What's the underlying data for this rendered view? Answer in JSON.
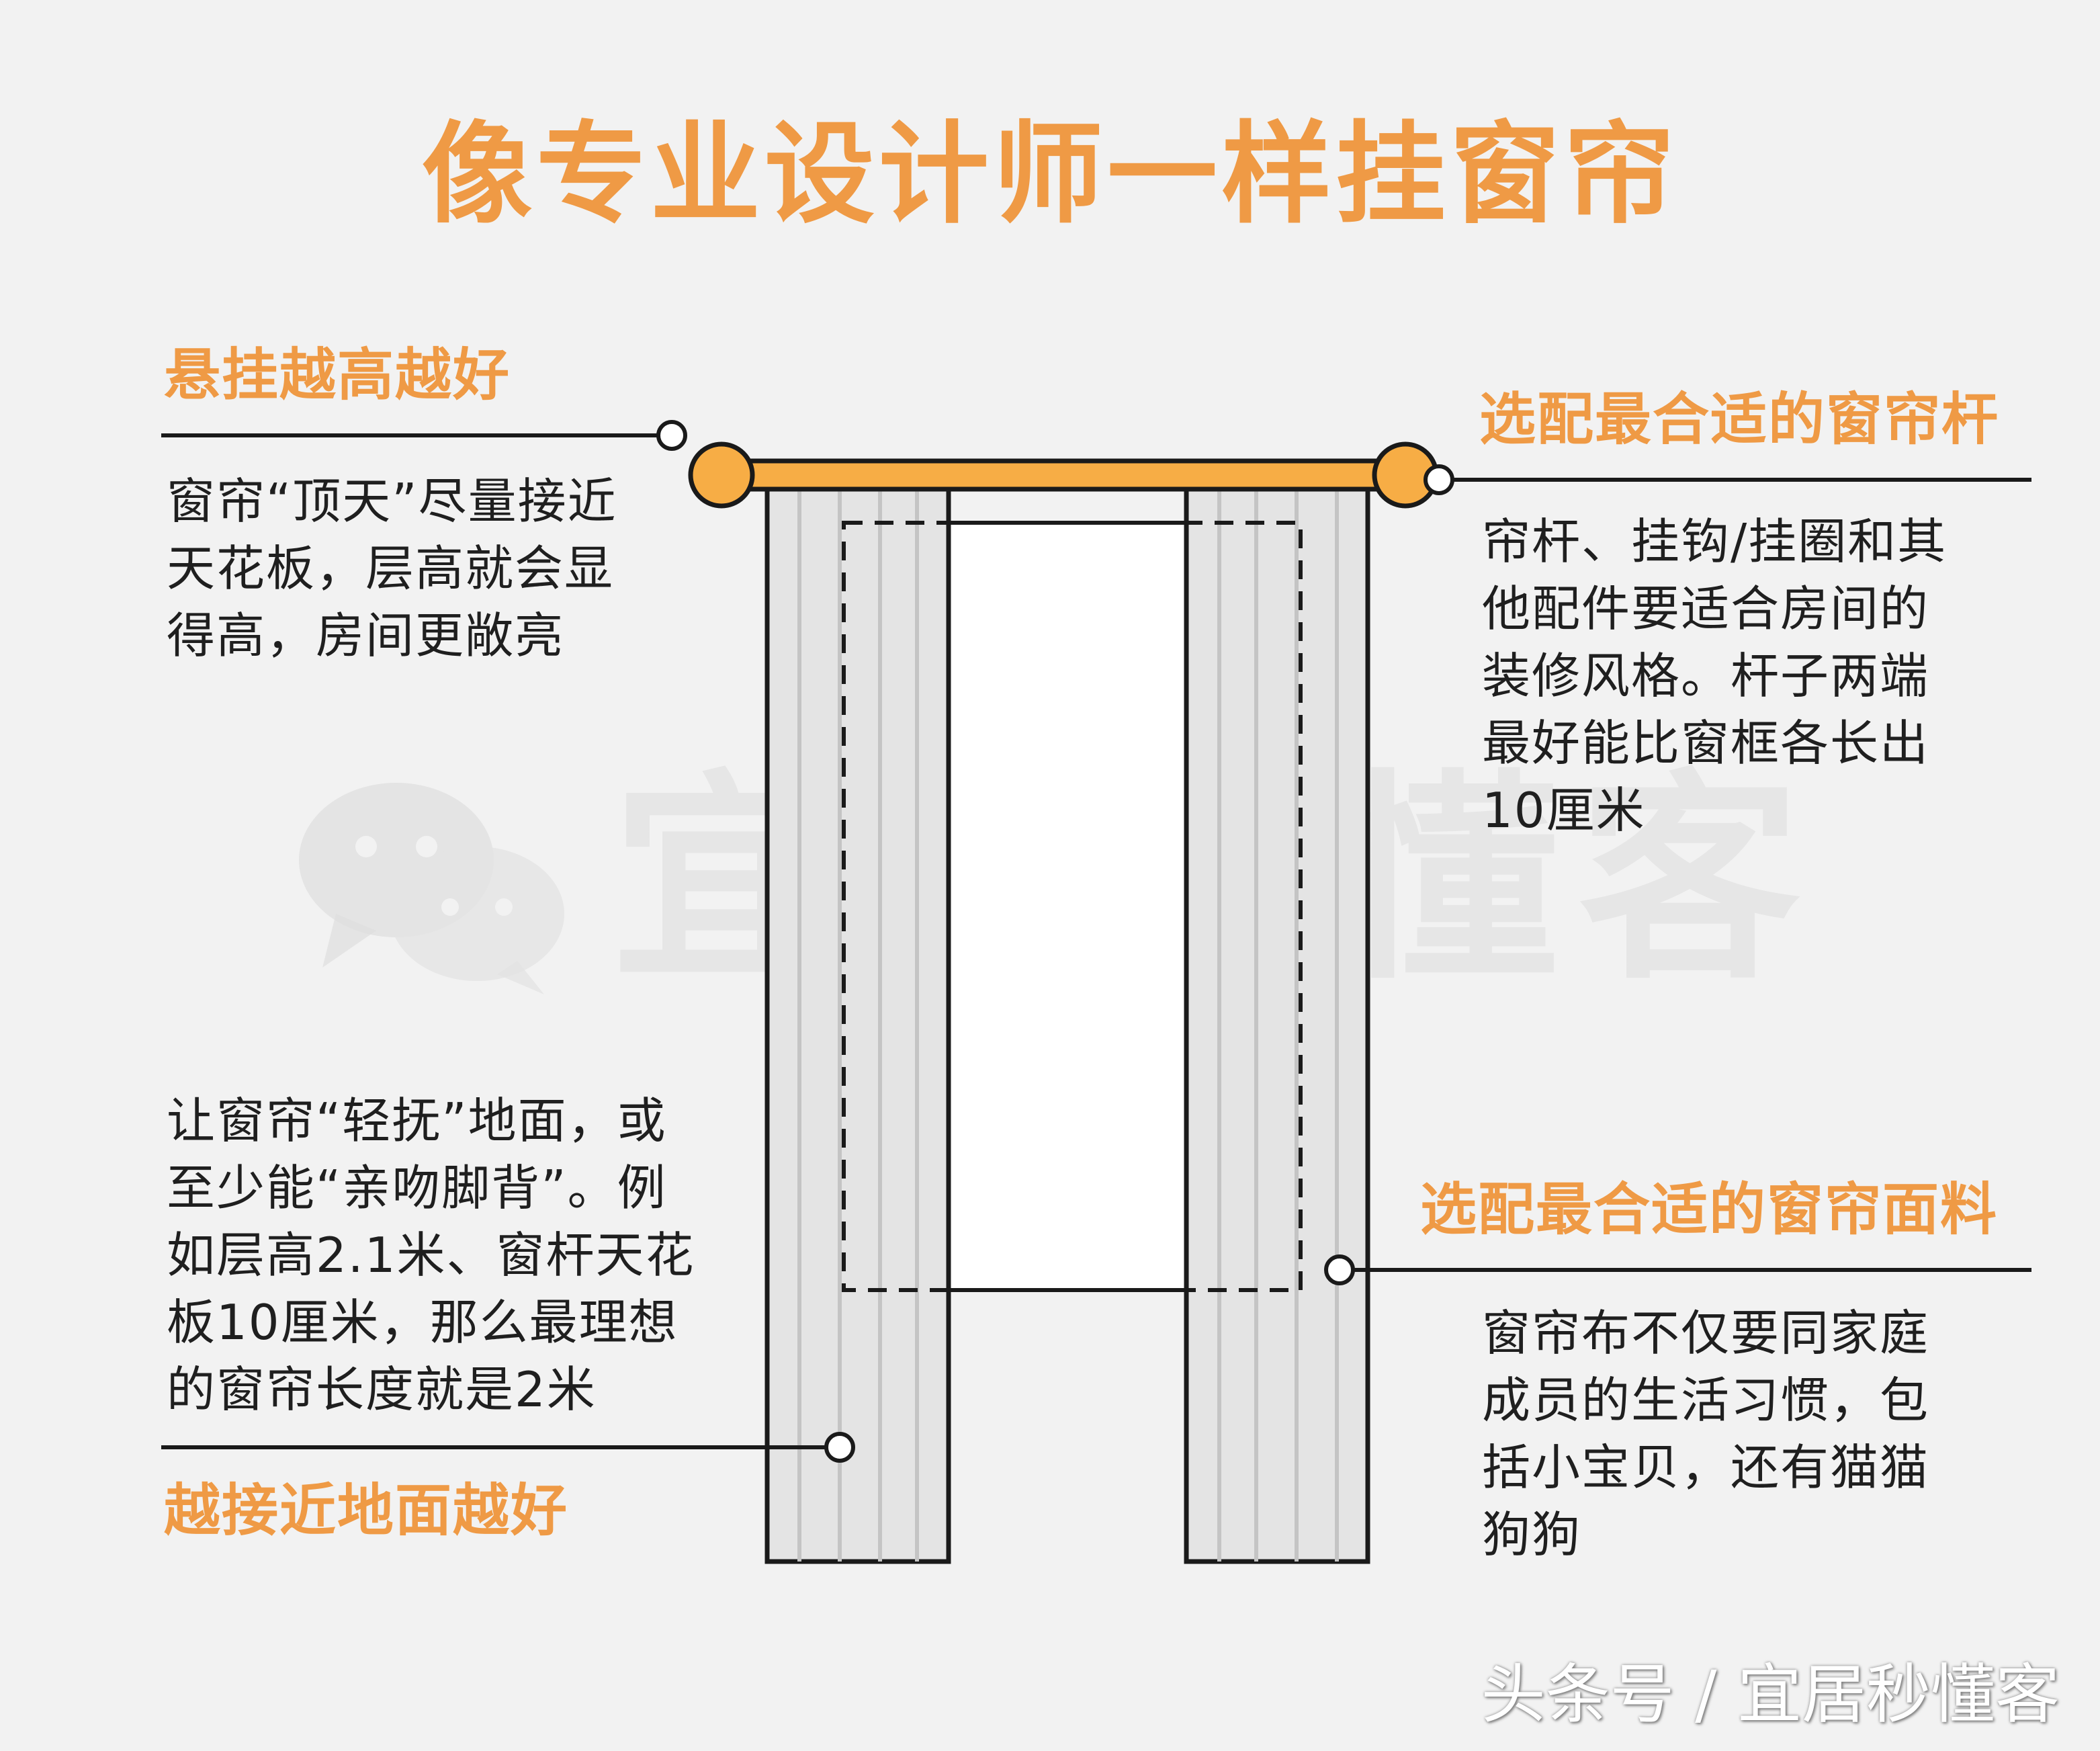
{
  "title": "像专业设计师一样挂窗帘",
  "sections": {
    "hang_high": {
      "heading": "悬挂越高越好",
      "lines": [
        "窗帘“顶天”尽量接近",
        "天花板，层高就会显",
        "得高，房间更敞亮"
      ]
    },
    "rod": {
      "heading": "选配最合适的窗帘杆",
      "lines": [
        "帘杆、挂钩/挂圈和其",
        "他配件要适合房间的",
        "装修风格。杆子两端",
        "最好能比窗框各长出",
        "10厘米"
      ]
    },
    "floor": {
      "heading": "越接近地面越好",
      "lines": [
        "让窗帘“轻抚”地面，或",
        "至少能“亲吻脚背”。例",
        "如层高2.1米、窗杆天花",
        "板10厘米，那么最理想",
        "的窗帘长度就是2米"
      ]
    },
    "fabric": {
      "heading": "选配最合适的窗帘面料",
      "lines": [
        "窗帘布不仅要同家庭",
        "成员的生活习惯，包",
        "括小宝贝，还有猫猫",
        "狗狗"
      ]
    }
  },
  "watermark": "宜居秒懂客",
  "footer": "头条号 / 宜居秒懂客",
  "colors": {
    "accent": "#ef9a45",
    "rod": "#f7ad45",
    "outline": "#1a1a1a",
    "background": "#f2f2f2",
    "curtain_fill": "#e4e4e4",
    "window_fill": "#ffffff"
  }
}
